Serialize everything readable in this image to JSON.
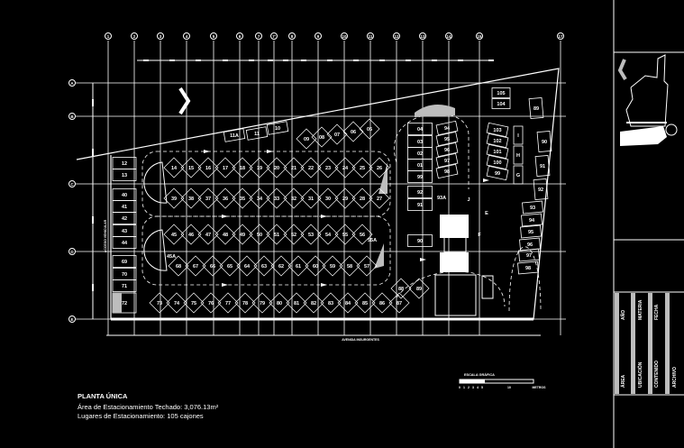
{
  "drawing": {
    "column_axes": [
      "1",
      "2",
      "3",
      "4",
      "5",
      "6",
      "7",
      "7'",
      "8",
      "9",
      "10",
      "11",
      "12",
      "13",
      "14",
      "15",
      "17"
    ],
    "row_axes": [
      "A",
      "B",
      "C",
      "D",
      "E"
    ],
    "street_label": "AVENIDA INSURGENTES",
    "side_label": "ACCESO VEHICULAR",
    "stalls": {
      "left_column": [
        "12",
        "13",
        "40",
        "41",
        "42",
        "43",
        "44",
        "69",
        "70",
        "71",
        "72"
      ],
      "row_1": [
        "14",
        "15",
        "16",
        "17",
        "18",
        "19",
        "20",
        "21",
        "22",
        "23",
        "24",
        "25",
        "26"
      ],
      "row_2": [
        "39",
        "38",
        "37",
        "36",
        "35",
        "34",
        "33",
        "32",
        "31",
        "30",
        "29",
        "28",
        "27"
      ],
      "row_3": [
        "45",
        "46",
        "47",
        "48",
        "49",
        "50",
        "51",
        "52",
        "53",
        "54",
        "55",
        "56"
      ],
      "row_4": [
        "68",
        "67",
        "66",
        "65",
        "64",
        "63",
        "62",
        "61",
        "60",
        "59",
        "58",
        "57"
      ],
      "row_5": [
        "73",
        "74",
        "75",
        "76",
        "77",
        "78",
        "79",
        "80",
        "81",
        "82",
        "83",
        "84",
        "85",
        "86",
        "87"
      ],
      "row_5_extra": [
        "88",
        "89"
      ],
      "diagonal_top": [
        "11A",
        "11",
        "10",
        "09",
        "08",
        "07",
        "06",
        "05"
      ],
      "mid_column": [
        "04",
        "03",
        "02",
        "01",
        "99",
        "92",
        "91",
        "90"
      ],
      "mid_angled": [
        "94",
        "95",
        "96",
        "97",
        "98"
      ],
      "right_angled": [
        "103",
        "102",
        "101",
        "100",
        "99"
      ],
      "right_top": [
        "105",
        "104"
      ],
      "right_letters": [
        "I",
        "H",
        "G"
      ],
      "right_edge": [
        "89",
        "90",
        "91",
        "92",
        "93",
        "94",
        "95",
        "96",
        "97",
        "98"
      ],
      "special": [
        "45A",
        "55A",
        "93A",
        "J",
        "F",
        "E"
      ]
    }
  },
  "notes": {
    "title": "PLANTA ÚNICA",
    "area": "Área de Estacionamiento Techado: 3,076.13m²",
    "spaces": "Lugares de Estacionamiento: 105 cajones"
  },
  "scale": {
    "title": "ESCALA GRÁFICA",
    "unit": "METROS",
    "ticks": [
      "0",
      "1",
      "2",
      "3",
      "4",
      "5",
      "10"
    ]
  },
  "title_block": {
    "fields": [
      "ÁREA",
      "AÑO",
      "UBICACIÓN",
      "MATERIA",
      "CONTENIDO",
      "FECHA",
      "ARCHIVO"
    ]
  },
  "colors": {
    "line": "#ffffff",
    "gray": "#bdbdbd",
    "background": "#000000"
  }
}
